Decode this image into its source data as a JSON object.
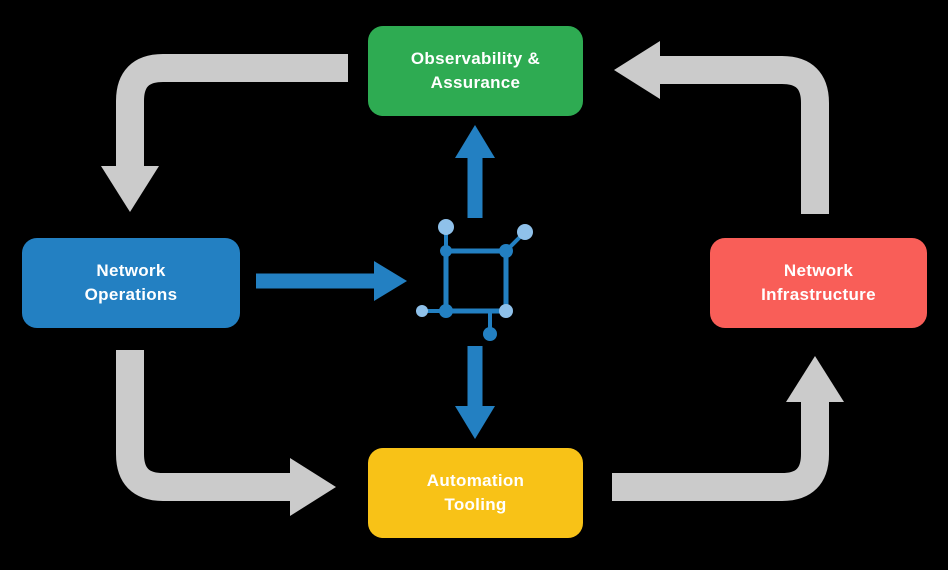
{
  "diagram": {
    "type": "cycle-flow-diagram",
    "center_icon": "network-topology-icon",
    "nodes": [
      {
        "id": "observability",
        "lines": [
          "Observability &",
          "Assurance"
        ],
        "color": "#2eab52"
      },
      {
        "id": "network-operations",
        "lines": [
          "Network",
          "Operations"
        ],
        "color": "#2380c2"
      },
      {
        "id": "network-infrastructure",
        "lines": [
          "Network",
          "Infrastructure"
        ],
        "color": "#f95e58"
      },
      {
        "id": "automation-tooling",
        "lines": [
          "Automation",
          "Tooling"
        ],
        "color": "#f8c217"
      }
    ],
    "edges": [
      {
        "from": "observability",
        "to": "network-operations",
        "style": "gray-elbow"
      },
      {
        "from": "network-operations",
        "to": "automation-tooling",
        "style": "gray-elbow"
      },
      {
        "from": "automation-tooling",
        "to": "network-infrastructure",
        "style": "gray-elbow"
      },
      {
        "from": "network-infrastructure",
        "to": "observability",
        "style": "gray-elbow"
      },
      {
        "from": "network-operations",
        "to": "center-icon",
        "style": "blue-straight"
      },
      {
        "from": "center-icon",
        "to": "observability",
        "style": "blue-straight"
      },
      {
        "from": "center-icon",
        "to": "automation-tooling",
        "style": "blue-straight"
      }
    ]
  },
  "colors": {
    "background": "#000000",
    "node_text": "#ffffff",
    "arrow_gray": "#cbcbcb",
    "arrow_blue": "#2380c2",
    "icon_dark": "#2380c2",
    "icon_light": "#8fc1ea"
  }
}
